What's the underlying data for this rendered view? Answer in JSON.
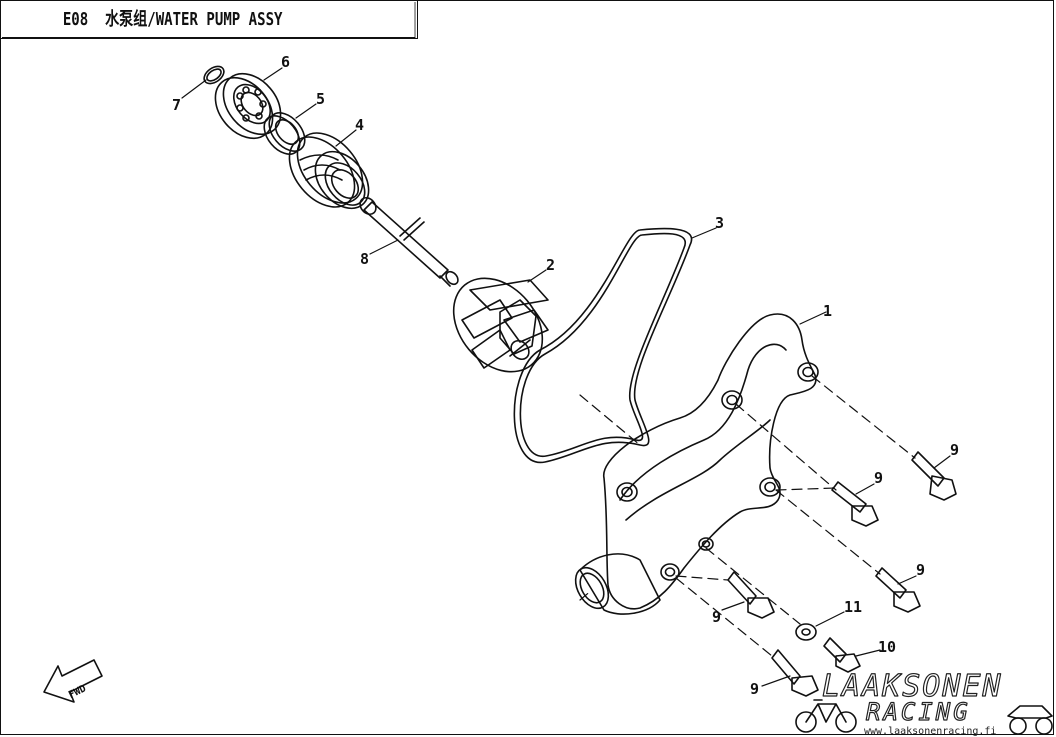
{
  "header": {
    "code": "E08",
    "title": "水泵组/WATER PUMP ASSY"
  },
  "callouts": [
    {
      "id": "c1",
      "label": "1"
    },
    {
      "id": "c2",
      "label": "2"
    },
    {
      "id": "c3",
      "label": "3"
    },
    {
      "id": "c4",
      "label": "4"
    },
    {
      "id": "c5",
      "label": "5"
    },
    {
      "id": "c6",
      "label": "6"
    },
    {
      "id": "c7",
      "label": "7"
    },
    {
      "id": "c8",
      "label": "8"
    },
    {
      "id": "c9a",
      "label": "9"
    },
    {
      "id": "c9b",
      "label": "9"
    },
    {
      "id": "c9c",
      "label": "9"
    },
    {
      "id": "c9d",
      "label": "9"
    },
    {
      "id": "c9e",
      "label": "9"
    },
    {
      "id": "c10",
      "label": "10"
    },
    {
      "id": "c11",
      "label": "11"
    }
  ],
  "fwd_label": "FWD",
  "watermark": {
    "line1": "LAAKSONEN",
    "line2": "RACING",
    "url": "www.laaksonenracing.fi"
  },
  "colors": {
    "line": "#111111",
    "watermark": "#222222"
  }
}
